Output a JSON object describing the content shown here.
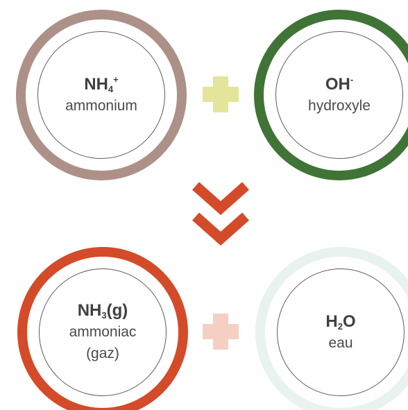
{
  "reactants": [
    {
      "formula": "NH",
      "subscript": "4",
      "superscript": "+",
      "name": "ammonium",
      "ring_color": "#ad9189"
    },
    {
      "formula": "OH",
      "superscript": "-",
      "name": "hydroxyle",
      "ring_color": "#3f7436"
    }
  ],
  "products": [
    {
      "formula": "NH",
      "subscript": "3",
      "suffix": "(g)",
      "name": "ammoniac",
      "name_line2": "(gaz)",
      "ring_color": "#d44b2a"
    },
    {
      "formula_pre": "H",
      "subscript": "2",
      "formula_post": "O",
      "name": "eau",
      "ring_color": "#e8f2ef"
    }
  ],
  "operators": {
    "top_plus_color": "#e3e69a",
    "bottom_plus_color": "#f5cfc4",
    "arrow_color": "#d44b2a"
  }
}
